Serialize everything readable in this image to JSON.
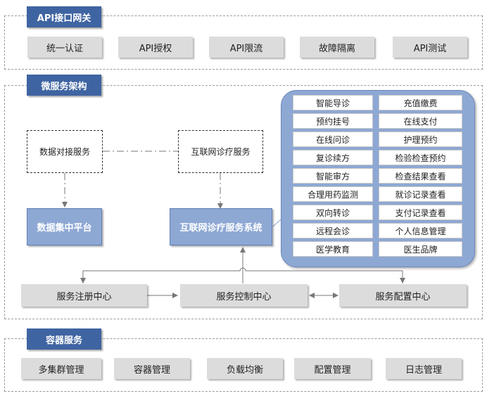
{
  "gateway": {
    "title": "API接口网关",
    "items": [
      "统一认证",
      "API授权",
      "API限流",
      "故障隔离",
      "API测试"
    ]
  },
  "micro": {
    "title": "微服务架构",
    "data_service": "数据对接服务",
    "internet_service": "互联网诊疗服务",
    "data_platform": "数据集中平台",
    "internet_system": "互联网诊疗服务系统",
    "functions_left": [
      "智能导诊",
      "预约挂号",
      "在线问诊",
      "复诊续方",
      "智能审方",
      "合理用药监测",
      "双向转诊",
      "远程会诊",
      "医学教育"
    ],
    "functions_right": [
      "充值缴费",
      "在线支付",
      "护理预约",
      "检验检查预约",
      "检查结果查看",
      "就诊记录查看",
      "支付记录查看",
      "个人信息管理",
      "医生品牌"
    ],
    "registry": "服务注册中心",
    "control": "服务控制中心",
    "config": "服务配置中心"
  },
  "container": {
    "title": "容器服务",
    "items": [
      "多集群管理",
      "容器管理",
      "负载均衡",
      "配置管理",
      "日志管理"
    ]
  }
}
